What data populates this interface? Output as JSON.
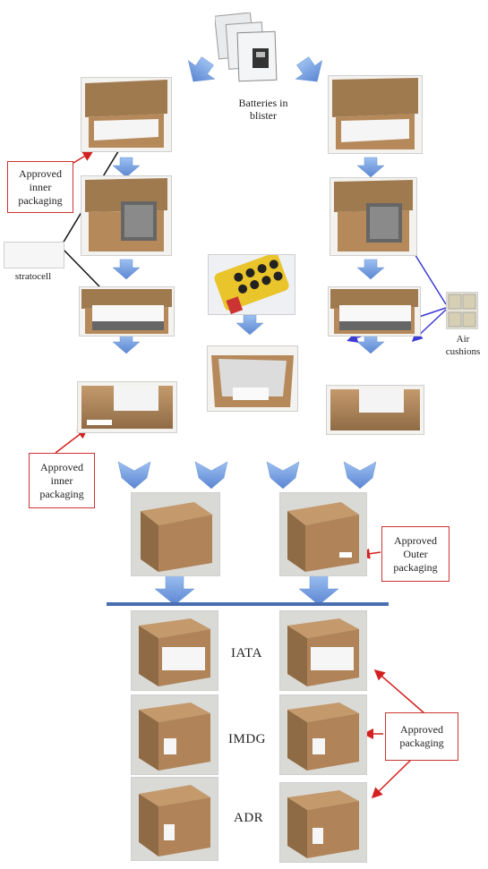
{
  "labels": {
    "batteries": "Batteries in blister",
    "stratocell": "stratocell",
    "air_cushions": "Air cushions",
    "approved_inner_1": "Approved inner packaging",
    "approved_inner_2": "Approved inner packaging",
    "approved_outer": "Approved Outer packaging",
    "approved_packaging": "Approved packaging"
  },
  "regulations": [
    "IATA",
    "IMDG",
    "ADR"
  ],
  "colors": {
    "arrow_blue": "#7aa3e0",
    "callout_red": "#cc3333",
    "line_blue": "#3b4fd6",
    "cardboard": "#a67c52"
  }
}
